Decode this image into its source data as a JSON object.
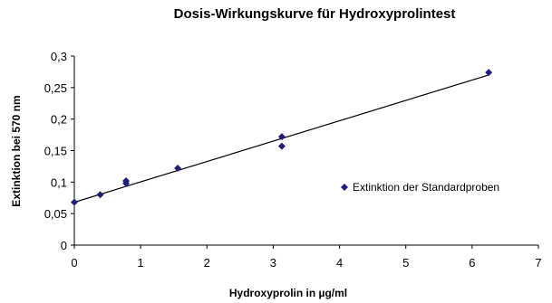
{
  "chart_data": {
    "type": "scatter",
    "title": "Dosis-Wirkungskurve für Hydroxyprolintest",
    "xlabel": "Hydroxyprolin in µg/ml",
    "ylabel": "Extinktion bei 570 nm",
    "xlim": [
      0,
      7
    ],
    "ylim": [
      0,
      0.3
    ],
    "xticks": [
      "0",
      "1",
      "2",
      "3",
      "4",
      "5",
      "6",
      "7"
    ],
    "yticks": [
      "0",
      "0,05",
      "0,1",
      "0,15",
      "0,2",
      "0,25",
      "0,3"
    ],
    "grid": false,
    "legend_position": "right",
    "series": [
      {
        "name": "Extinktion der Standardproben",
        "marker": "diamond",
        "color": "#1f1f7a",
        "points": [
          {
            "x": 0,
            "y": 0.068
          },
          {
            "x": 0.39,
            "y": 0.08
          },
          {
            "x": 0.78,
            "y": 0.098
          },
          {
            "x": 0.78,
            "y": 0.102
          },
          {
            "x": 1.56,
            "y": 0.122
          },
          {
            "x": 3.13,
            "y": 0.157
          },
          {
            "x": 3.13,
            "y": 0.172
          },
          {
            "x": 6.25,
            "y": 0.274
          }
        ]
      }
    ],
    "trendline": {
      "type": "linear",
      "from": {
        "x": 0,
        "y": 0.068
      },
      "to": {
        "x": 6.25,
        "y": 0.27
      },
      "color": "#000000"
    }
  }
}
